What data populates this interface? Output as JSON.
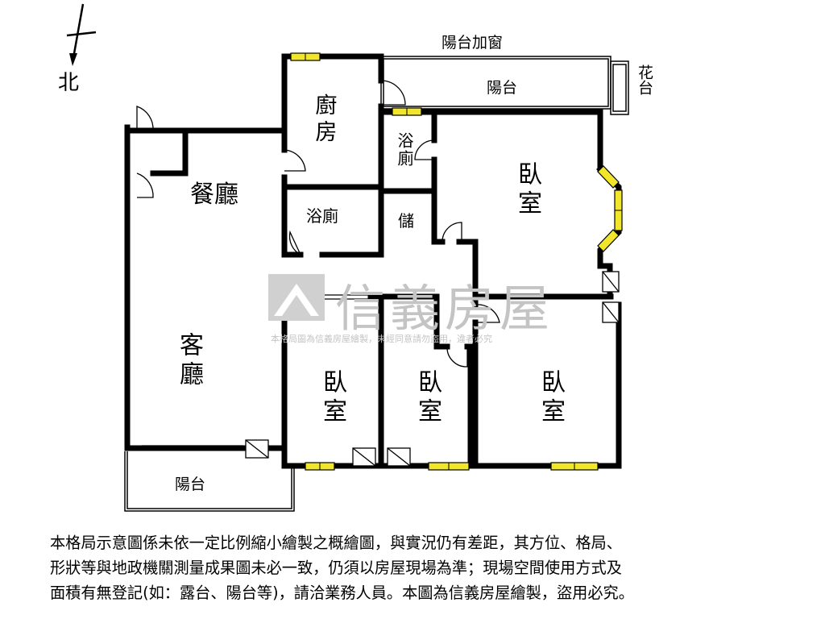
{
  "north": {
    "label": "北"
  },
  "rooms": {
    "dining": "餐廳",
    "living": "客廳",
    "kitchen": "廚房",
    "bath_small": "浴廁",
    "bath_mid": "浴廁",
    "storage": "儲",
    "bedroom_master": "臥室",
    "bedroom_1": "臥室",
    "bedroom_2": "臥室",
    "bedroom_3": "臥室"
  },
  "annotations": {
    "balcony_window": "陽台加窗",
    "balcony_top": "陽台",
    "planter": "花台",
    "balcony_bottom": "陽台"
  },
  "watermark": {
    "brand": "信義房屋",
    "notice": "本格局圖為信義房屋繪製，未經同意請勿盜用，違者必究"
  },
  "disclaimer": {
    "line1": "本格局示意圖係未依一定比例縮小繪製之概繪圖，與實況仍有差距，其方位、格局、",
    "line2": "形狀等與地政機關測量成果圖未必一致，仍須以房屋現場為準；現場空間使用方式及",
    "line3": "面積有無登記(如：露台、陽台等)，請洽業務人員。本圖為信義房屋繪製，盜用必究。"
  },
  "colors": {
    "wall": "#000000",
    "window_fill": "#f2e62a",
    "watermark": "#c4c4c4"
  }
}
